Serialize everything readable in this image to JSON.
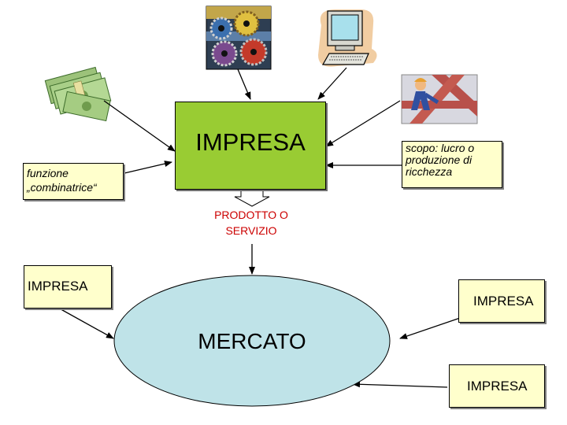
{
  "center_box": {
    "label": "IMPRESA",
    "fill": "#99cc33"
  },
  "function_note": {
    "text": "funzione „combinatrice“"
  },
  "goal_note": {
    "text": "scopo: lucro o produzione di ricchezza"
  },
  "product_label": {
    "text": "PRODOTTO O SERVIZIO",
    "color": "#cc0000"
  },
  "market": {
    "label": "MERCATO",
    "fill": "#bfe3e8"
  },
  "left_company": {
    "label": "IMPRESA"
  },
  "right_company": {
    "label": "IMPRESA"
  },
  "bottom_company": {
    "label": "IMPRESA"
  },
  "clipart": [
    "money-icon",
    "gears-icon",
    "computer-icon",
    "worker-icon"
  ]
}
